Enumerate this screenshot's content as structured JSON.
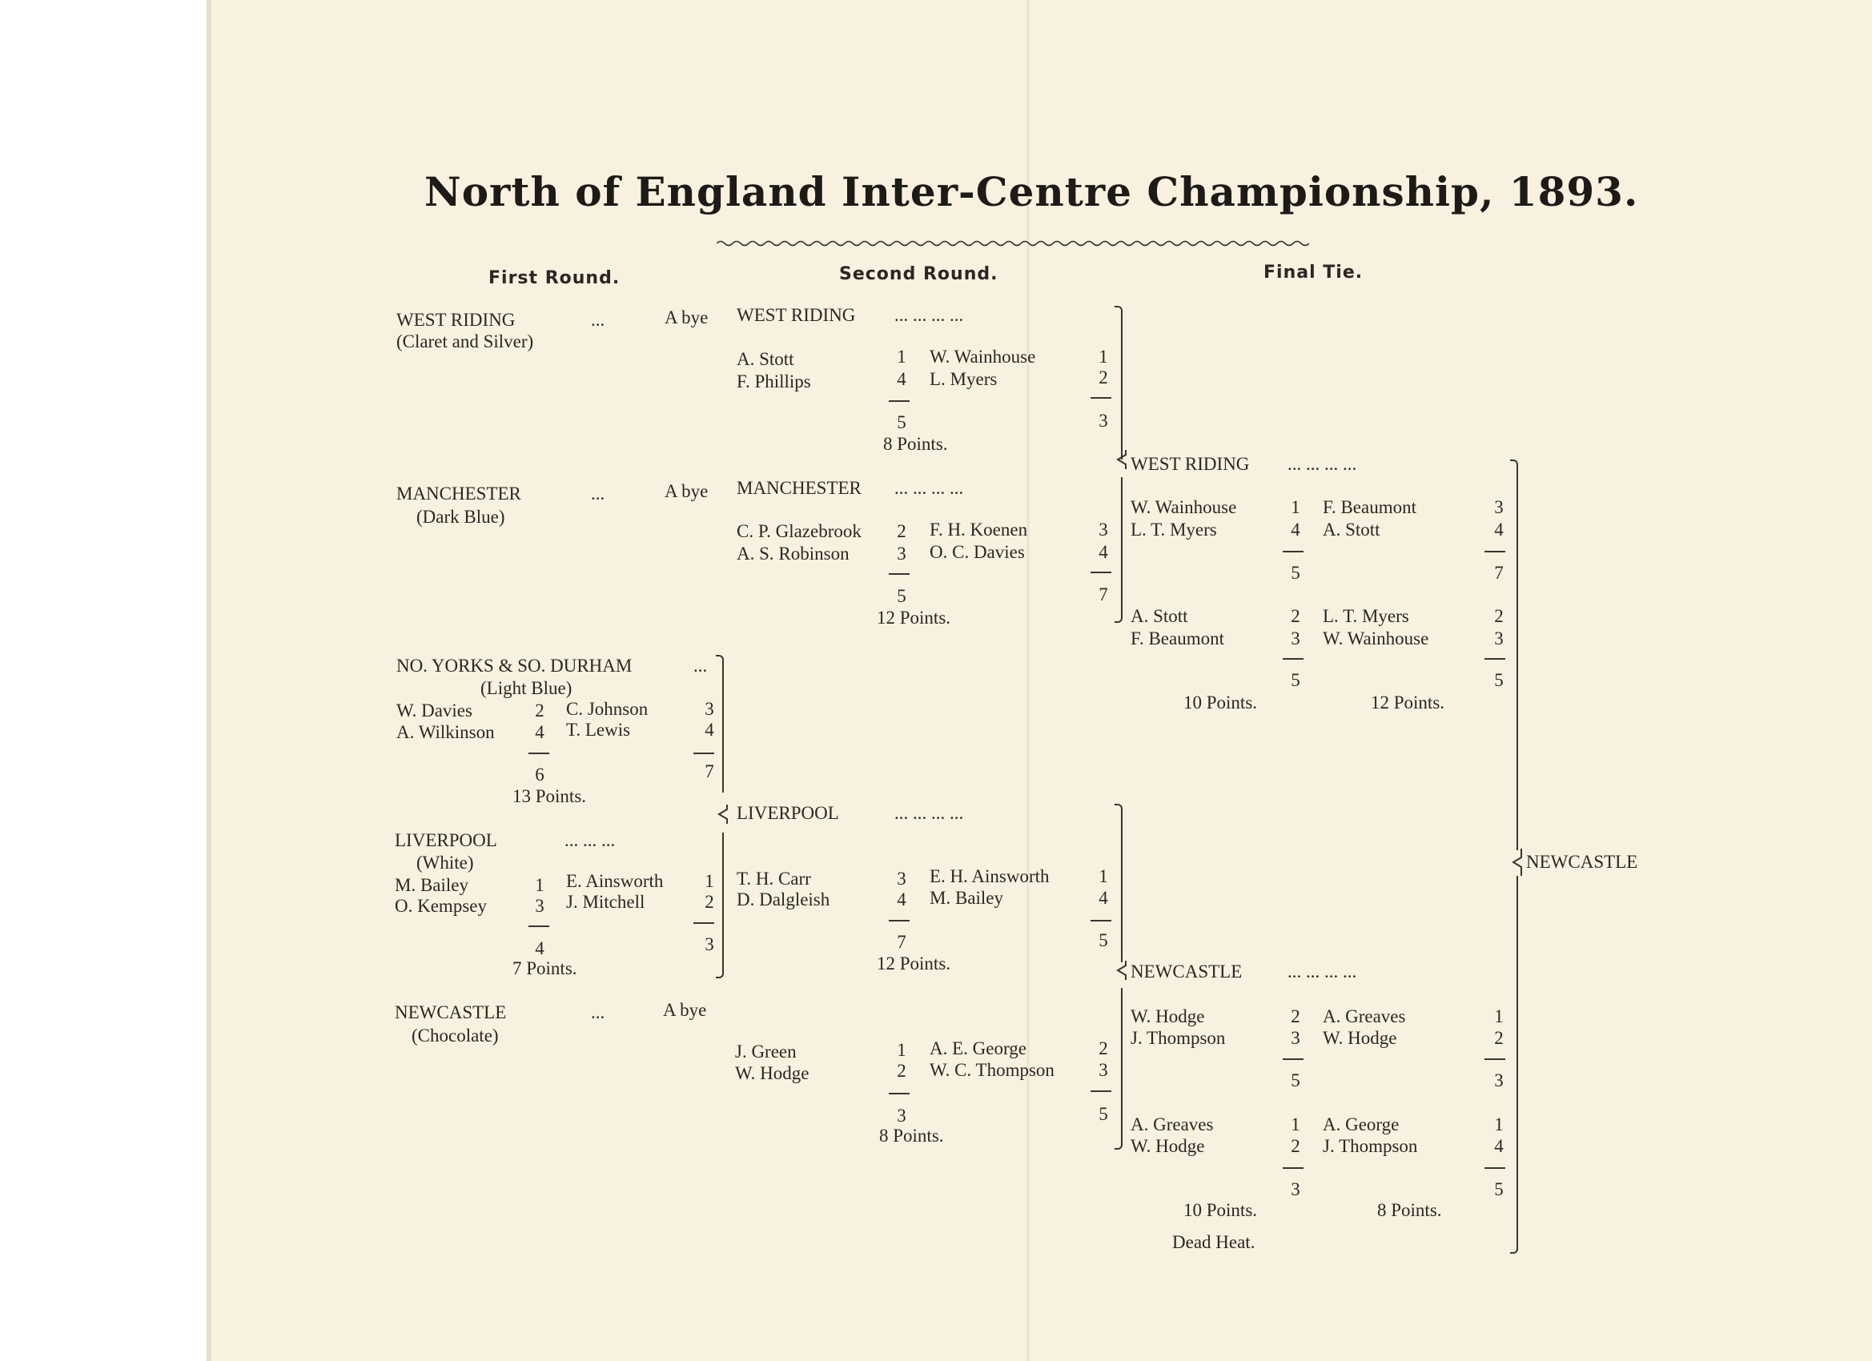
{
  "title": "North of England Inter-Centre Championship, 1893.",
  "headers": {
    "first": "First Round.",
    "second": "Second Round.",
    "final": "Final Tie."
  },
  "r1": {
    "westriding": {
      "name": "WEST RIDING",
      "dots": "...",
      "bye": "A bye",
      "colours": "(Claret and Silver)"
    },
    "manchester": {
      "name": "MANCHESTER",
      "dots": "...",
      "bye": "A bye",
      "colours": "(Dark Blue)"
    },
    "yorks": {
      "name": "NO. YORKS & SO. DURHAM",
      "dots": "...",
      "colours": "(Light Blue)",
      "left": [
        {
          "p": "W. Davies",
          "s": "2"
        },
        {
          "p": "A. Wilkinson",
          "s": "4"
        }
      ],
      "right": [
        {
          "p": "C. Johnson",
          "s": "3"
        },
        {
          "p": "T. Lewis",
          "s": "4"
        }
      ],
      "ltotal": "6",
      "rtotal": "7",
      "points": "13 Points."
    },
    "liverpool": {
      "name": "LIVERPOOL",
      "dots": "...      ...      ...",
      "colours": "(White)",
      "left": [
        {
          "p": "M. Bailey",
          "s": "1"
        },
        {
          "p": "O. Kempsey",
          "s": "3"
        }
      ],
      "right": [
        {
          "p": "E. Ainsworth",
          "s": "1"
        },
        {
          "p": "J. Mitchell",
          "s": "2"
        }
      ],
      "ltotal": "4",
      "rtotal": "3",
      "points": "7 Points."
    },
    "newcastle": {
      "name": "NEWCASTLE",
      "dots": "...",
      "bye": "A bye",
      "colours": "(Chocolate)"
    }
  },
  "r2": {
    "westriding": {
      "name": "WEST RIDING",
      "dots": "...      ...      ...      ...",
      "left": [
        {
          "p": "A. Stott",
          "s": "1"
        },
        {
          "p": "F. Phillips",
          "s": "4"
        }
      ],
      "right": [
        {
          "p": "W. Wainhouse",
          "s": "1"
        },
        {
          "p": "L. Myers",
          "s": "2"
        }
      ],
      "ltotal": "5",
      "rtotal": "3",
      "points": "8 Points."
    },
    "manchester": {
      "name": "MANCHESTER",
      "dots": "...      ...      ...      ...",
      "left": [
        {
          "p": "C. P. Glazebrook",
          "s": "2"
        },
        {
          "p": "A. S. Robinson",
          "s": "3"
        }
      ],
      "right": [
        {
          "p": "F. H. Koenen",
          "s": "3"
        },
        {
          "p": "O. C. Davies",
          "s": "4"
        }
      ],
      "ltotal": "5",
      "rtotal": "7",
      "points": "12 Points."
    },
    "liverpool": {
      "name": "LIVERPOOL",
      "dots": "...      ...      ...      ...",
      "left": [
        {
          "p": "T. H. Carr",
          "s": "3"
        },
        {
          "p": "D. Dalgleish",
          "s": "4"
        }
      ],
      "right": [
        {
          "p": "E. H. Ainsworth",
          "s": "1"
        },
        {
          "p": "M. Bailey",
          "s": "4"
        }
      ],
      "ltotal": "7",
      "rtotal": "5",
      "points": "12 Points."
    },
    "newcastle": {
      "left": [
        {
          "p": "J. Green",
          "s": "1"
        },
        {
          "p": "W. Hodge",
          "s": "2"
        }
      ],
      "right": [
        {
          "p": "A. E. George",
          "s": "2"
        },
        {
          "p": "W. C. Thompson",
          "s": "3"
        }
      ],
      "ltotal": "3",
      "rtotal": "5",
      "points": "8 Points."
    }
  },
  "final": {
    "westriding": {
      "name": "WEST RIDING",
      "dots": "...      ...      ...      ...",
      "g1": {
        "left": [
          {
            "p": "W. Wainhouse",
            "s": "1"
          },
          {
            "p": "L. T. Myers",
            "s": "4"
          }
        ],
        "right": [
          {
            "p": "F. Beaumont",
            "s": "3"
          },
          {
            "p": "A. Stott",
            "s": "4"
          }
        ],
        "ltotal": "5",
        "rtotal": "7"
      },
      "g2": {
        "left": [
          {
            "p": "A. Stott",
            "s": "2"
          },
          {
            "p": "F. Beaumont",
            "s": "3"
          }
        ],
        "right": [
          {
            "p": "L. T. Myers",
            "s": "2"
          },
          {
            "p": "W. Wainhouse",
            "s": "3"
          }
        ],
        "ltotal": "5",
        "rtotal": "5"
      },
      "lpoints": "10 Points.",
      "rpoints": "12 Points."
    },
    "newcastle": {
      "name": "NEWCASTLE",
      "dots": "...      ...      ...      ...",
      "g1": {
        "left": [
          {
            "p": "W. Hodge",
            "s": "2"
          },
          {
            "p": "J. Thompson",
            "s": "3"
          }
        ],
        "right": [
          {
            "p": "A. Greaves",
            "s": "1"
          },
          {
            "p": "W. Hodge",
            "s": "2"
          }
        ],
        "ltotal": "5",
        "rtotal": "3"
      },
      "g2": {
        "left": [
          {
            "p": "A. Greaves",
            "s": "1"
          },
          {
            "p": "W. Hodge",
            "s": "2"
          }
        ],
        "right": [
          {
            "p": "A. George",
            "s": "1"
          },
          {
            "p": "J. Thompson",
            "s": "4"
          }
        ],
        "ltotal": "3",
        "rtotal": "5"
      },
      "lpoints": "10 Points.",
      "rpoints": "8 Points.",
      "note": "Dead Heat."
    },
    "winner": "NEWCASTLE"
  }
}
